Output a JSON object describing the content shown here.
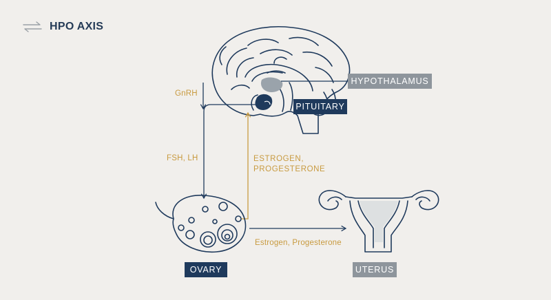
{
  "title": "HPO AXIS",
  "icons": {
    "header": "swap-arrows-icon"
  },
  "labels": {
    "hypothalamus": "HYPOTHALAMUS",
    "pituitary": "PITUITARY",
    "ovary": "OVARY",
    "uterus": "UTERUS",
    "gnrh": "GnRH",
    "fsh_lh": "FSH, LH",
    "estrogen_progesterone_caps": "ESTROGEN,\nPROGESTERONE",
    "estrogen_progesterone": "Estrogen, Progesterone"
  },
  "colors": {
    "background": "#f1efec",
    "navy": "#1f3a5c",
    "grey": "#8e959c",
    "gold": "#c89a3f"
  }
}
